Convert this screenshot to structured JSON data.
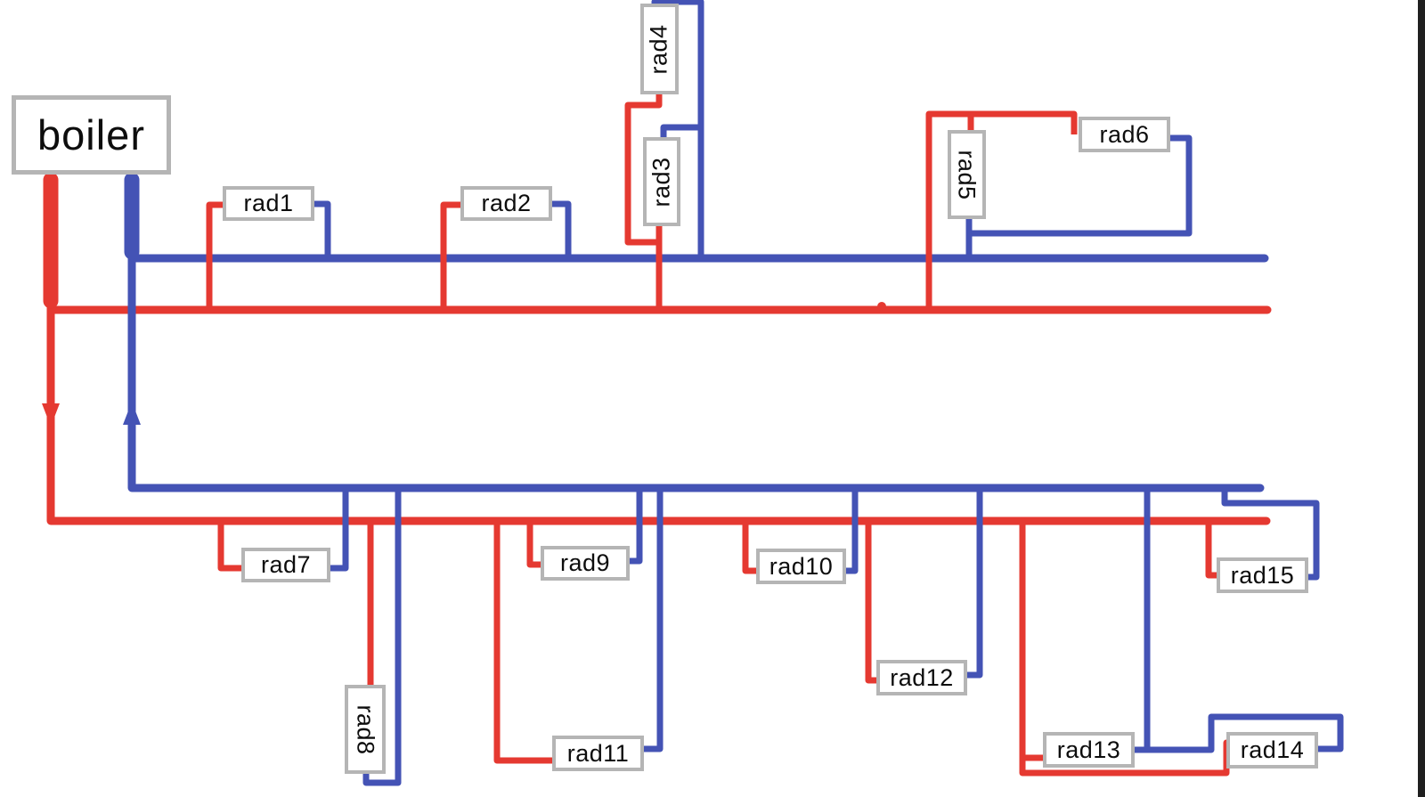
{
  "diagram": {
    "boiler_label": "boiler",
    "radiators": [
      {
        "id": "rad1",
        "label": "rad1"
      },
      {
        "id": "rad2",
        "label": "rad2"
      },
      {
        "id": "rad3",
        "label": "rad3"
      },
      {
        "id": "rad4",
        "label": "rad4"
      },
      {
        "id": "rad5",
        "label": "rad5"
      },
      {
        "id": "rad6",
        "label": "rad6"
      },
      {
        "id": "rad7",
        "label": "rad7"
      },
      {
        "id": "rad8",
        "label": "rad8"
      },
      {
        "id": "rad9",
        "label": "rad9"
      },
      {
        "id": "rad10",
        "label": "rad10"
      },
      {
        "id": "rad11",
        "label": "rad11"
      },
      {
        "id": "rad12",
        "label": "rad12"
      },
      {
        "id": "rad13",
        "label": "rad13"
      },
      {
        "id": "rad14",
        "label": "rad14"
      },
      {
        "id": "rad15",
        "label": "rad15"
      }
    ],
    "colors": {
      "supply_red": "#e53931",
      "return_blue": "#4453b5",
      "label_border": "#b5b5b5",
      "label_background": "#ffffff",
      "label_text": "#0d0d0d",
      "right_edge_border": "#1f1f1f"
    }
  }
}
